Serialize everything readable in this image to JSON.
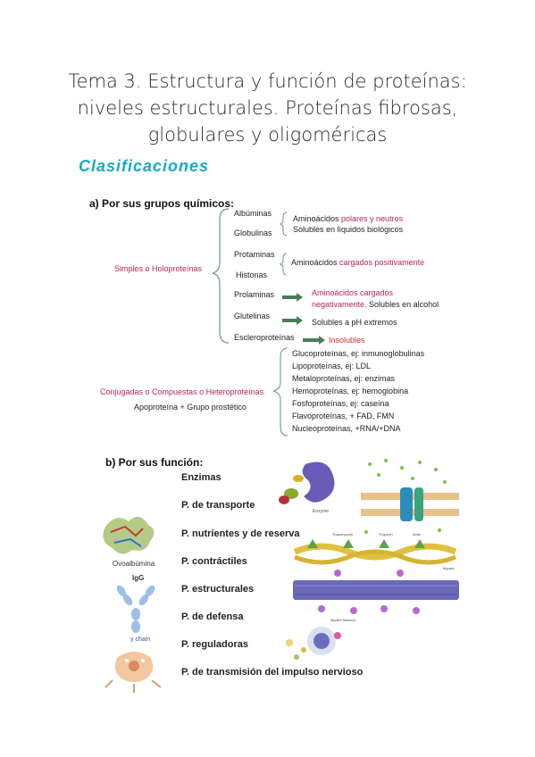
{
  "title": {
    "line1": "Tema 3. Estructura y función de proteínas:",
    "line2": "niveles estructurales. Proteínas fibrosas,",
    "line3": "globulares y oligoméricas"
  },
  "section_title": "Clasificaciones",
  "a": {
    "heading": "a) Por sus grupos químicos:",
    "simples_label": "Simples o Holoproteínas",
    "items": [
      "Albúminas",
      "Globulinas",
      "Protaminas",
      "Histonas",
      "Prolaminas",
      "Glutelinas",
      "Escleroproteínas"
    ],
    "desc_alb_prefix": "Aminoácidos ",
    "desc_alb_highlight": "polares y neutros",
    "desc_glob": "Solubles en líquidos biológicos",
    "desc_prot_prefix": "Aminoácidos ",
    "desc_prot_highlight": "cargados positivamente",
    "desc_prol_line1": "Aminoácidos cargados",
    "desc_prol_line2_highlight": "negativamente.",
    "desc_prol_line2_rest": " Solubles en alcohol",
    "desc_glut": "Solubles a pH extremos",
    "desc_escl": "Insolubles",
    "conjugadas_label": "Conjugadas o Compuestas o Heteroproteínas",
    "conjugadas_formula": "Apoproteína + Grupo prostético",
    "conjugadas_items": [
      "Glucoproteínas, ej: inmunoglobulinas",
      "Lipoproteínas, ej: LDL",
      "Metaloproteínas, ej: enzimas",
      "Hemoproteínas, ej: hemoglobina",
      "Fosfoproteínas, ej: caseína",
      "Flavoproteínas, + FAD, FMN",
      "Nucleoproteínas, +RNA/+DNA"
    ]
  },
  "b": {
    "heading": "b) Por sus función:",
    "items": [
      "Enzimas",
      "P. de transporte",
      "P. nutrientes y de reserva",
      "P. contráctiles",
      "P. estructurales",
      "P. de defensa",
      "P. reguladoras",
      "P. de transmisión del impulso nervioso"
    ],
    "image_labels": {
      "ovoalbumina": "Ovoalbúmina",
      "igg": "IgG",
      "gamma_chain": "γ chain",
      "enzyme": "Enzyme",
      "myosin": "Myosin",
      "actin": "Actin",
      "troponin": "Troponin",
      "tropomyosin": "Tropomyosin",
      "myosin_filament": "Myosin filament"
    }
  },
  "colors": {
    "section": "#1aa7c7",
    "pink": "#b8245e",
    "red": "#d62b2b",
    "brace": "#6f9a78",
    "arrow": "#4a7c59"
  }
}
